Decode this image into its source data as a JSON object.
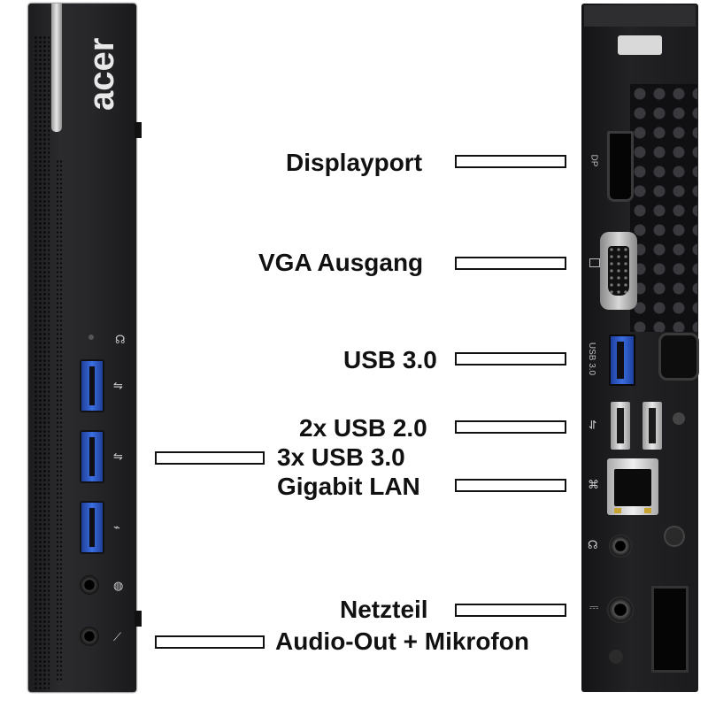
{
  "brand_logo": "acer",
  "port_labels": {
    "displayport": "Displayport",
    "vga": "VGA Ausgang",
    "usb3_rear": "USB 3.0",
    "usb2_rear": "2x USB 2.0",
    "usb3_front": "3x USB 3.0",
    "lan": "Gigabit LAN",
    "power": "Netzteil",
    "audio": "Audio-Out + Mikrofon"
  },
  "back_panel_marks": {
    "dp": "DP",
    "usb3": "USB 3.0"
  },
  "colors": {
    "device_body": "#1f1f22",
    "usb3_blue": "#3c6fe0",
    "label_text": "#111111",
    "connector_box": "#ffffff"
  }
}
